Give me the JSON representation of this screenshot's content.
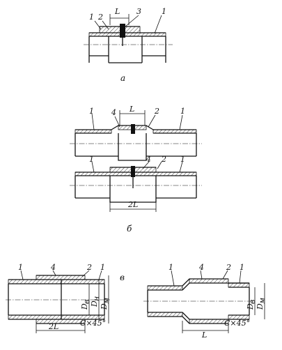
{
  "fig_a": {
    "callouts": [
      "1",
      "2",
      "L",
      "3",
      "1"
    ],
    "caption": "а"
  },
  "fig_b": {
    "upper_callouts": [
      "1",
      "4",
      "L",
      "2",
      "1"
    ],
    "lower_callouts": [
      "1",
      "4",
      "2",
      "1"
    ],
    "dim_2L": "2L",
    "caption": "б"
  },
  "fig_v": {
    "left_callouts": [
      "1",
      "4",
      "2",
      "1"
    ],
    "left_dims": [
      "D",
      "в",
      "D",
      "н",
      "D",
      "м"
    ],
    "left_bottom": [
      "2L",
      "C×45°"
    ],
    "caption": "в",
    "right_callouts": [
      "1",
      "4",
      "2",
      "1"
    ],
    "right_dims": [
      "D",
      "в",
      "D",
      "м"
    ],
    "right_bottom": [
      "L",
      "C×45°"
    ]
  }
}
